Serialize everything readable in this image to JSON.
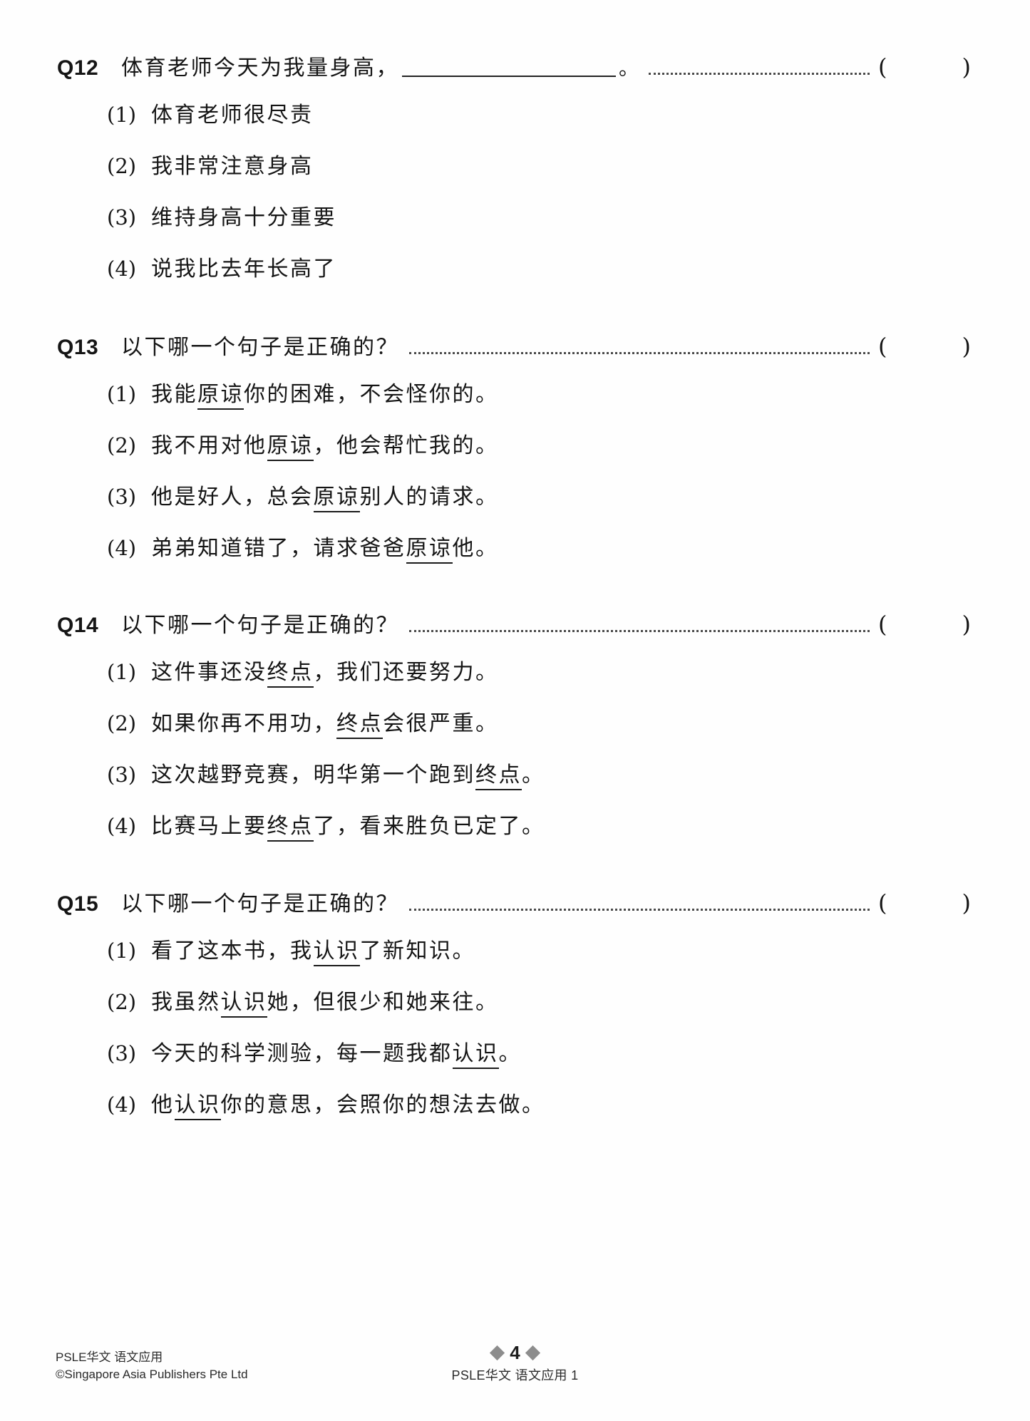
{
  "document": {
    "type": "worksheet-page",
    "page_number": "4"
  },
  "questions": [
    {
      "number": "Q12",
      "stem_before_blank": "体育老师今天为我量身高，",
      "has_blank": true,
      "stem_after_blank": "。",
      "bracket_open": "(",
      "bracket_close": ")",
      "options": [
        {
          "num": "(1)",
          "pre": "体育老师很尽责",
          "underline": "",
          "post": ""
        },
        {
          "num": "(2)",
          "pre": "我非常注意身高",
          "underline": "",
          "post": ""
        },
        {
          "num": "(3)",
          "pre": "维持身高十分重要",
          "underline": "",
          "post": ""
        },
        {
          "num": "(4)",
          "pre": "说我比去年长高了",
          "underline": "",
          "post": ""
        }
      ]
    },
    {
      "number": "Q13",
      "stem_before_blank": "以下哪一个句子是正确的？",
      "has_blank": false,
      "stem_after_blank": "",
      "bracket_open": "(",
      "bracket_close": ")",
      "options": [
        {
          "num": "(1)",
          "pre": "我能",
          "underline": "原谅",
          "post": "你的困难，不会怪你的。"
        },
        {
          "num": "(2)",
          "pre": "我不用对他",
          "underline": "原谅",
          "post": "，他会帮忙我的。"
        },
        {
          "num": "(3)",
          "pre": "他是好人，总会",
          "underline": "原谅",
          "post": "别人的请求。"
        },
        {
          "num": "(4)",
          "pre": "弟弟知道错了，请求爸爸",
          "underline": "原谅",
          "post": "他。"
        }
      ]
    },
    {
      "number": "Q14",
      "stem_before_blank": "以下哪一个句子是正确的？",
      "has_blank": false,
      "stem_after_blank": "",
      "bracket_open": "(",
      "bracket_close": ")",
      "options": [
        {
          "num": "(1)",
          "pre": "这件事还没",
          "underline": "终点",
          "post": "，我们还要努力。"
        },
        {
          "num": "(2)",
          "pre": "如果你再不用功，",
          "underline": "终点",
          "post": "会很严重。"
        },
        {
          "num": "(3)",
          "pre": "这次越野竞赛，明华第一个跑到",
          "underline": "终点",
          "post": "。"
        },
        {
          "num": "(4)",
          "pre": "比赛马上要",
          "underline": "终点",
          "post": "了，看来胜负已定了。"
        }
      ]
    },
    {
      "number": "Q15",
      "stem_before_blank": "以下哪一个句子是正确的？",
      "has_blank": false,
      "stem_after_blank": "",
      "bracket_open": "(",
      "bracket_close": ")",
      "options": [
        {
          "num": "(1)",
          "pre": "看了这本书，我",
          "underline": "认识",
          "post": "了新知识。"
        },
        {
          "num": "(2)",
          "pre": "我虽然",
          "underline": "认识",
          "post": "她，但很少和她来往。"
        },
        {
          "num": "(3)",
          "pre": "今天的科学测验，每一题我都",
          "underline": "认识",
          "post": "。"
        },
        {
          "num": "(4)",
          "pre": "他",
          "underline": "认识",
          "post": "你的意思，会照你的想法去做。"
        }
      ]
    }
  ],
  "footer": {
    "left_line1": "PSLE华文 语文应用",
    "left_line2": "©Singapore Asia Publishers Pte Ltd",
    "page_number": "4",
    "center_title": "PSLE华文 语文应用 1"
  }
}
